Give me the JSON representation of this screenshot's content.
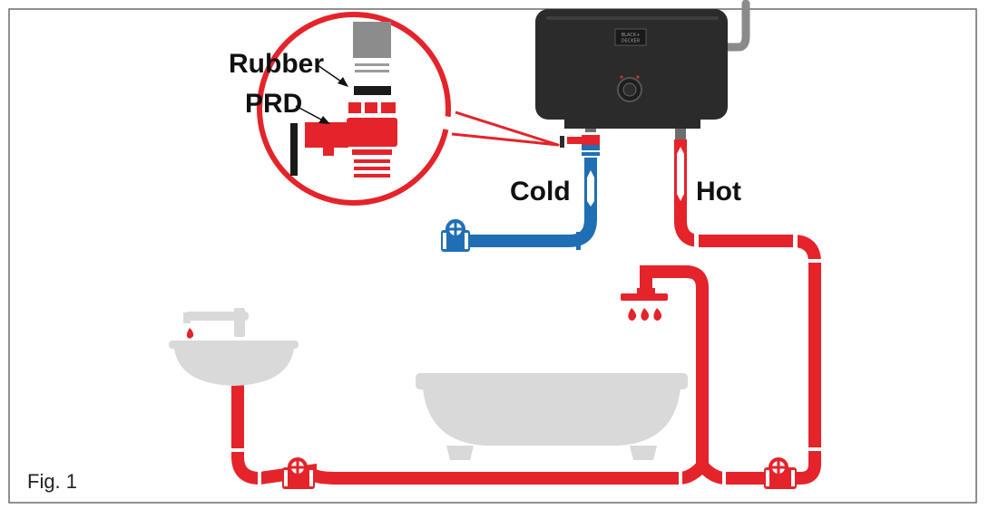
{
  "figure": {
    "caption": "Fig. 1"
  },
  "labels": {
    "rubber": "Rubber",
    "prd": "PRD",
    "cold": "Cold",
    "hot": "Hot"
  },
  "heater": {
    "brand_line1": "BLACK+",
    "brand_line2": "DECKER"
  },
  "colors": {
    "hot_pipe": "#e5232a",
    "cold_pipe": "#1f6fb5",
    "heater_body": "#2b2b2b",
    "fixtures": "#d9d9d9",
    "border": "#666666"
  }
}
